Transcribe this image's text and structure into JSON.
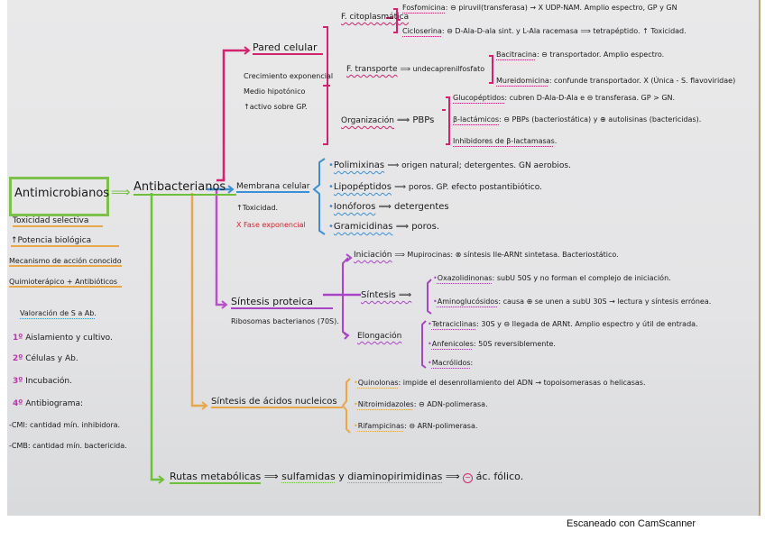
{
  "root": {
    "title": "Antimicrobianos",
    "arrow": "⟹",
    "properties": [
      "Toxicidad selectiva",
      "↑Potencia biológica",
      "Mecanismo de acción conocido",
      "Quimioterápico + Antibióticos"
    ],
    "valoracion": {
      "title": "Valoración de S a Ab.",
      "steps": [
        {
          "num": "1º",
          "label": "Aislamiento y cultivo."
        },
        {
          "num": "2º",
          "label": "Células y Ab."
        },
        {
          "num": "3º",
          "label": "Incubación."
        },
        {
          "num": "4º",
          "label": "Antibiograma:"
        }
      ],
      "definitions": [
        "-CMI: cantidad mín. inhibidora.",
        "-CMB: cantidad mín. bactericida."
      ]
    }
  },
  "antibacterianos": {
    "title": "Antibacterianos"
  },
  "pared_celular": {
    "title": "Pared celular",
    "notes": [
      "Crecimiento exponencial",
      "Medio hipotónico",
      "↑activo sobre GP."
    ],
    "branches": {
      "citoplasmatica": {
        "label": "F. citoplasmática",
        "items": [
          {
            "name": "Fosfomicina",
            "text": ": ⊖ piruvil(transferasa) → X UDP-NAM. Amplio espectro, GP y GN"
          },
          {
            "name": "Cicloserina",
            "text": ": ⊖ D-Ala-D-ala sint. y L-Ala racemasa ⟹ tetrapéptido. ↑ Toxicidad."
          }
        ]
      },
      "transporte": {
        "label": "F. transporte",
        "connector": "⟹ undecaprenilfosfato",
        "items": [
          {
            "name": "Bacitracina",
            "text": ": ⊖ transportador. Amplio espectro."
          },
          {
            "name": "Mureidomicina",
            "text": ": confunde transportador. X (Única - S. flavoviridae)"
          }
        ]
      },
      "organizacion": {
        "label": "Organización",
        "connector": "⟹ PBPs",
        "items": [
          {
            "name": "Glucopéptidos",
            "text": ": cubren D-Ala-D-Ala e ⊖ transferasa. GP > GN."
          },
          {
            "name": "β-lactámicos",
            "text": ": ⊖ PBPs (bacteriostática) y ⊕ autolisinas (bactericidas)."
          },
          {
            "name": "Inhibidores de β-lactamasas",
            "text": "."
          }
        ]
      }
    }
  },
  "membrana_celular": {
    "title": "Membrana celular",
    "notes": [
      "↑Toxicidad.",
      "X Fase exponencial"
    ],
    "items": [
      {
        "name": "Polimixinas",
        "text": "⟹ origen natural; detergentes. GN aerobios."
      },
      {
        "name": "Lipopéptidos",
        "text": "⟹ poros. GP. efecto postantibiótico."
      },
      {
        "name": "Ionóforos",
        "text": "⟹ detergentes"
      },
      {
        "name": "Gramicidinas",
        "text": "⟹ poros."
      }
    ]
  },
  "sintesis_proteica": {
    "title": "Síntesis proteica",
    "note": "Ribosomas bacterianos (70S).",
    "iniciacion": {
      "label": "Iniciación",
      "text": "⟹ Mupirocinas: ⊗ síntesis Ile-ARNt sintetasa. Bacteriostático."
    },
    "sintesis": {
      "label": "Síntesis ⟹",
      "items": [
        {
          "name": "Oxazolidinonas",
          "text": ": subU 50S y no forman el complejo de iniciación."
        },
        {
          "name": "Aminoglucósidos",
          "text": ": causa ⊕ se unen a subU 30S → lectura y síntesis errónea."
        }
      ],
      "subnote": "errónea"
    },
    "elongacion": {
      "label": "Elongación",
      "items": [
        {
          "name": "Tetraciclinas",
          "text": ": 30S y ⊖ llegada de ARNt. Amplio espectro y útil de entrada."
        },
        {
          "name": "Anfenicoles",
          "text": ": 50S reversiblemente."
        },
        {
          "name": "Macrólidos",
          "text": ":"
        }
      ]
    }
  },
  "acidos_nucleicos": {
    "title": "Síntesis de ácidos nucleicos",
    "items": [
      {
        "name": "Quinolonas",
        "text": ": impide el desenrollamiento del ADN → topoisomerasas o helicasas."
      },
      {
        "name": "Nitroimidazoles",
        "text": ": ⊖ ADN-polimerasa."
      },
      {
        "name": "Rifampicinas",
        "text": ": ⊖ ARN-polimerasa."
      }
    ]
  },
  "rutas_metabolicas": {
    "title": "Rutas metabólicas",
    "arrow1": "⟹",
    "drug1": "sulfamidas",
    "and": "y",
    "drug2": "diaminopirimidinas",
    "arrow2": "⟹",
    "target": "ác. fólico."
  },
  "footer": {
    "text": "Escaneado con CamScanner"
  },
  "colors": {
    "pared": "#d4236e",
    "membrana": "#3a90d8",
    "proteica": "#a944c6",
    "acidos": "#e8a84a",
    "rutas": "#6fbf3a",
    "root_box": "#7cc24a"
  }
}
